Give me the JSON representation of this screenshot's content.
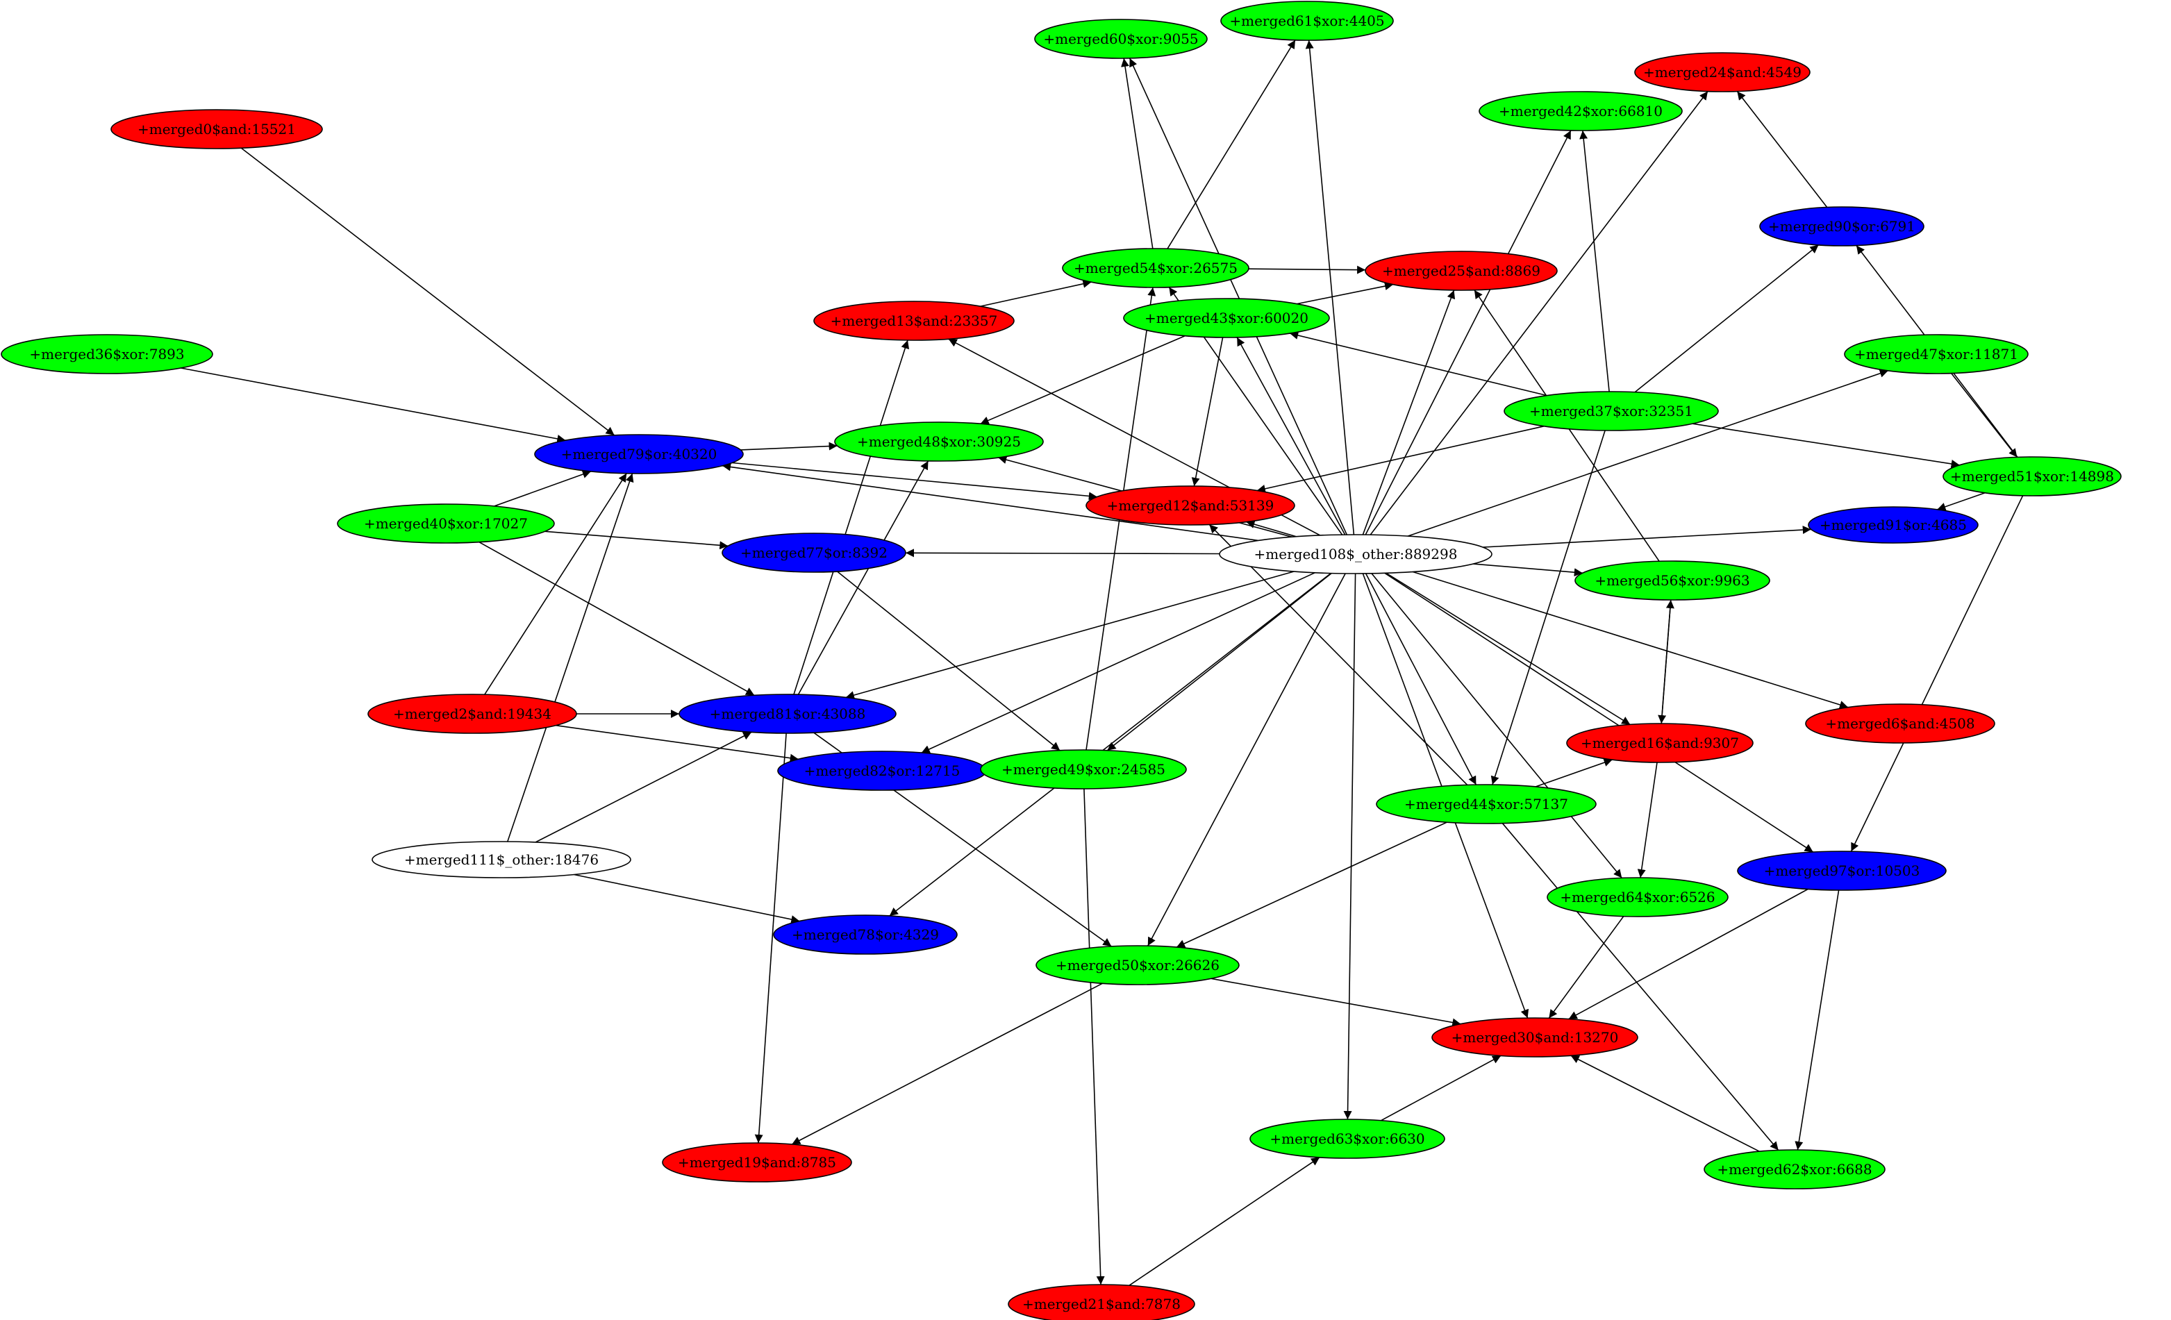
{
  "colors": {
    "and": "#ff0000",
    "xor": "#00ff00",
    "or": "#0000ff",
    "other": "#ffffff",
    "edge": "#000000",
    "text": "#000000"
  },
  "graph": {
    "nodes": [
      {
        "id": "m108",
        "label": "+merged108$_other:889298",
        "kind": "other"
      },
      {
        "id": "m111",
        "label": "+merged111$_other:18476",
        "kind": "other"
      },
      {
        "id": "m61",
        "label": "+merged61$xor:4405",
        "kind": "xor"
      },
      {
        "id": "m60",
        "label": "+merged60$xor:9055",
        "kind": "xor"
      },
      {
        "id": "m24",
        "label": "+merged24$and:4549",
        "kind": "and"
      },
      {
        "id": "m0",
        "label": "+merged0$and:15521",
        "kind": "and"
      },
      {
        "id": "m42",
        "label": "+merged42$xor:66810",
        "kind": "xor"
      },
      {
        "id": "m90",
        "label": "+merged90$or:6791",
        "kind": "or"
      },
      {
        "id": "m54",
        "label": "+merged54$xor:26575",
        "kind": "xor"
      },
      {
        "id": "m25",
        "label": "+merged25$and:8869",
        "kind": "and"
      },
      {
        "id": "m13",
        "label": "+merged13$and:23357",
        "kind": "and"
      },
      {
        "id": "m43",
        "label": "+merged43$xor:60020",
        "kind": "xor"
      },
      {
        "id": "m36",
        "label": "+merged36$xor:7893",
        "kind": "xor"
      },
      {
        "id": "m47",
        "label": "+merged47$xor:11871",
        "kind": "xor"
      },
      {
        "id": "m37",
        "label": "+merged37$xor:32351",
        "kind": "xor"
      },
      {
        "id": "m79",
        "label": "+merged79$or:40320",
        "kind": "or"
      },
      {
        "id": "m48",
        "label": "+merged48$xor:30925",
        "kind": "xor"
      },
      {
        "id": "m51",
        "label": "+merged51$xor:14898",
        "kind": "xor"
      },
      {
        "id": "m12",
        "label": "+merged12$and:53139",
        "kind": "and"
      },
      {
        "id": "m40",
        "label": "+merged40$xor:17027",
        "kind": "xor"
      },
      {
        "id": "m91",
        "label": "+merged91$or:4685",
        "kind": "or"
      },
      {
        "id": "m77",
        "label": "+merged77$or:8392",
        "kind": "or"
      },
      {
        "id": "m56",
        "label": "+merged56$xor:9963",
        "kind": "xor"
      },
      {
        "id": "m2",
        "label": "+merged2$and:19434",
        "kind": "and"
      },
      {
        "id": "m81",
        "label": "+merged81$or:43088",
        "kind": "or"
      },
      {
        "id": "m16",
        "label": "+merged16$and:9307",
        "kind": "and"
      },
      {
        "id": "m6",
        "label": "+merged6$and:4508",
        "kind": "and"
      },
      {
        "id": "m82",
        "label": "+merged82$or:12715",
        "kind": "or"
      },
      {
        "id": "m49",
        "label": "+merged49$xor:24585",
        "kind": "xor"
      },
      {
        "id": "m44",
        "label": "+merged44$xor:57137",
        "kind": "xor"
      },
      {
        "id": "m97",
        "label": "+merged97$or:10503",
        "kind": "or"
      },
      {
        "id": "m64",
        "label": "+merged64$xor:6526",
        "kind": "xor"
      },
      {
        "id": "m78",
        "label": "+merged78$or:4329",
        "kind": "or"
      },
      {
        "id": "m50",
        "label": "+merged50$xor:26626",
        "kind": "xor"
      },
      {
        "id": "m30",
        "label": "+merged30$and:13270",
        "kind": "and"
      },
      {
        "id": "m63",
        "label": "+merged63$xor:6630",
        "kind": "xor"
      },
      {
        "id": "m62",
        "label": "+merged62$xor:6688",
        "kind": "xor"
      },
      {
        "id": "m19",
        "label": "+merged19$and:8785",
        "kind": "and"
      },
      {
        "id": "m21",
        "label": "+merged21$and:7878",
        "kind": "and"
      }
    ],
    "edges": [
      [
        "m108",
        "m61"
      ],
      [
        "m108",
        "m60"
      ],
      [
        "m108",
        "m24"
      ],
      [
        "m108",
        "m42"
      ],
      [
        "m108",
        "m54"
      ],
      [
        "m108",
        "m25"
      ],
      [
        "m108",
        "m13"
      ],
      [
        "m108",
        "m43"
      ],
      [
        "m108",
        "m47"
      ],
      [
        "m108",
        "m79"
      ],
      [
        "m108",
        "m48"
      ],
      [
        "m108",
        "m12"
      ],
      [
        "m108",
        "m91"
      ],
      [
        "m108",
        "m77"
      ],
      [
        "m108",
        "m56"
      ],
      [
        "m108",
        "m81"
      ],
      [
        "m108",
        "m16"
      ],
      [
        "m108",
        "m6"
      ],
      [
        "m108",
        "m82"
      ],
      [
        "m108",
        "m49"
      ],
      [
        "m108",
        "m44"
      ],
      [
        "m108",
        "m97"
      ],
      [
        "m108",
        "m64"
      ],
      [
        "m108",
        "m78"
      ],
      [
        "m108",
        "m50"
      ],
      [
        "m108",
        "m30"
      ],
      [
        "m108",
        "m63"
      ],
      [
        "m54",
        "m60"
      ],
      [
        "m54",
        "m61"
      ],
      [
        "m54",
        "m25"
      ],
      [
        "m13",
        "m54"
      ],
      [
        "m43",
        "m25"
      ],
      [
        "m43",
        "m48"
      ],
      [
        "m43",
        "m12"
      ],
      [
        "m0",
        "m79"
      ],
      [
        "m36",
        "m79"
      ],
      [
        "m79",
        "m48"
      ],
      [
        "m79",
        "m12"
      ],
      [
        "m40",
        "m79"
      ],
      [
        "m40",
        "m77"
      ],
      [
        "m40",
        "m81"
      ],
      [
        "m2",
        "m79"
      ],
      [
        "m2",
        "m81"
      ],
      [
        "m2",
        "m82"
      ],
      [
        "m111",
        "m79"
      ],
      [
        "m111",
        "m81"
      ],
      [
        "m111",
        "m78"
      ],
      [
        "m37",
        "m42"
      ],
      [
        "m37",
        "m90"
      ],
      [
        "m37",
        "m43"
      ],
      [
        "m37",
        "m51"
      ],
      [
        "m37",
        "m12"
      ],
      [
        "m37",
        "m44"
      ],
      [
        "m90",
        "m24"
      ],
      [
        "m47",
        "m51"
      ],
      [
        "m51",
        "m90"
      ],
      [
        "m51",
        "m91"
      ],
      [
        "m51",
        "m97"
      ],
      [
        "m81",
        "m13"
      ],
      [
        "m81",
        "m48"
      ],
      [
        "m81",
        "m19"
      ],
      [
        "m81",
        "m50"
      ],
      [
        "m77",
        "m49"
      ],
      [
        "m56",
        "m25"
      ],
      [
        "m56",
        "m16"
      ],
      [
        "m16",
        "m56"
      ],
      [
        "m16",
        "m64"
      ],
      [
        "m44",
        "m16"
      ],
      [
        "m44",
        "m12"
      ],
      [
        "m44",
        "m50"
      ],
      [
        "m44",
        "m62"
      ],
      [
        "m49",
        "m54"
      ],
      [
        "m49",
        "m21"
      ],
      [
        "m50",
        "m30"
      ],
      [
        "m50",
        "m19"
      ],
      [
        "m64",
        "m30"
      ],
      [
        "m97",
        "m30"
      ],
      [
        "m97",
        "m62"
      ],
      [
        "m62",
        "m30"
      ],
      [
        "m63",
        "m30"
      ],
      [
        "m21",
        "m63"
      ]
    ]
  }
}
